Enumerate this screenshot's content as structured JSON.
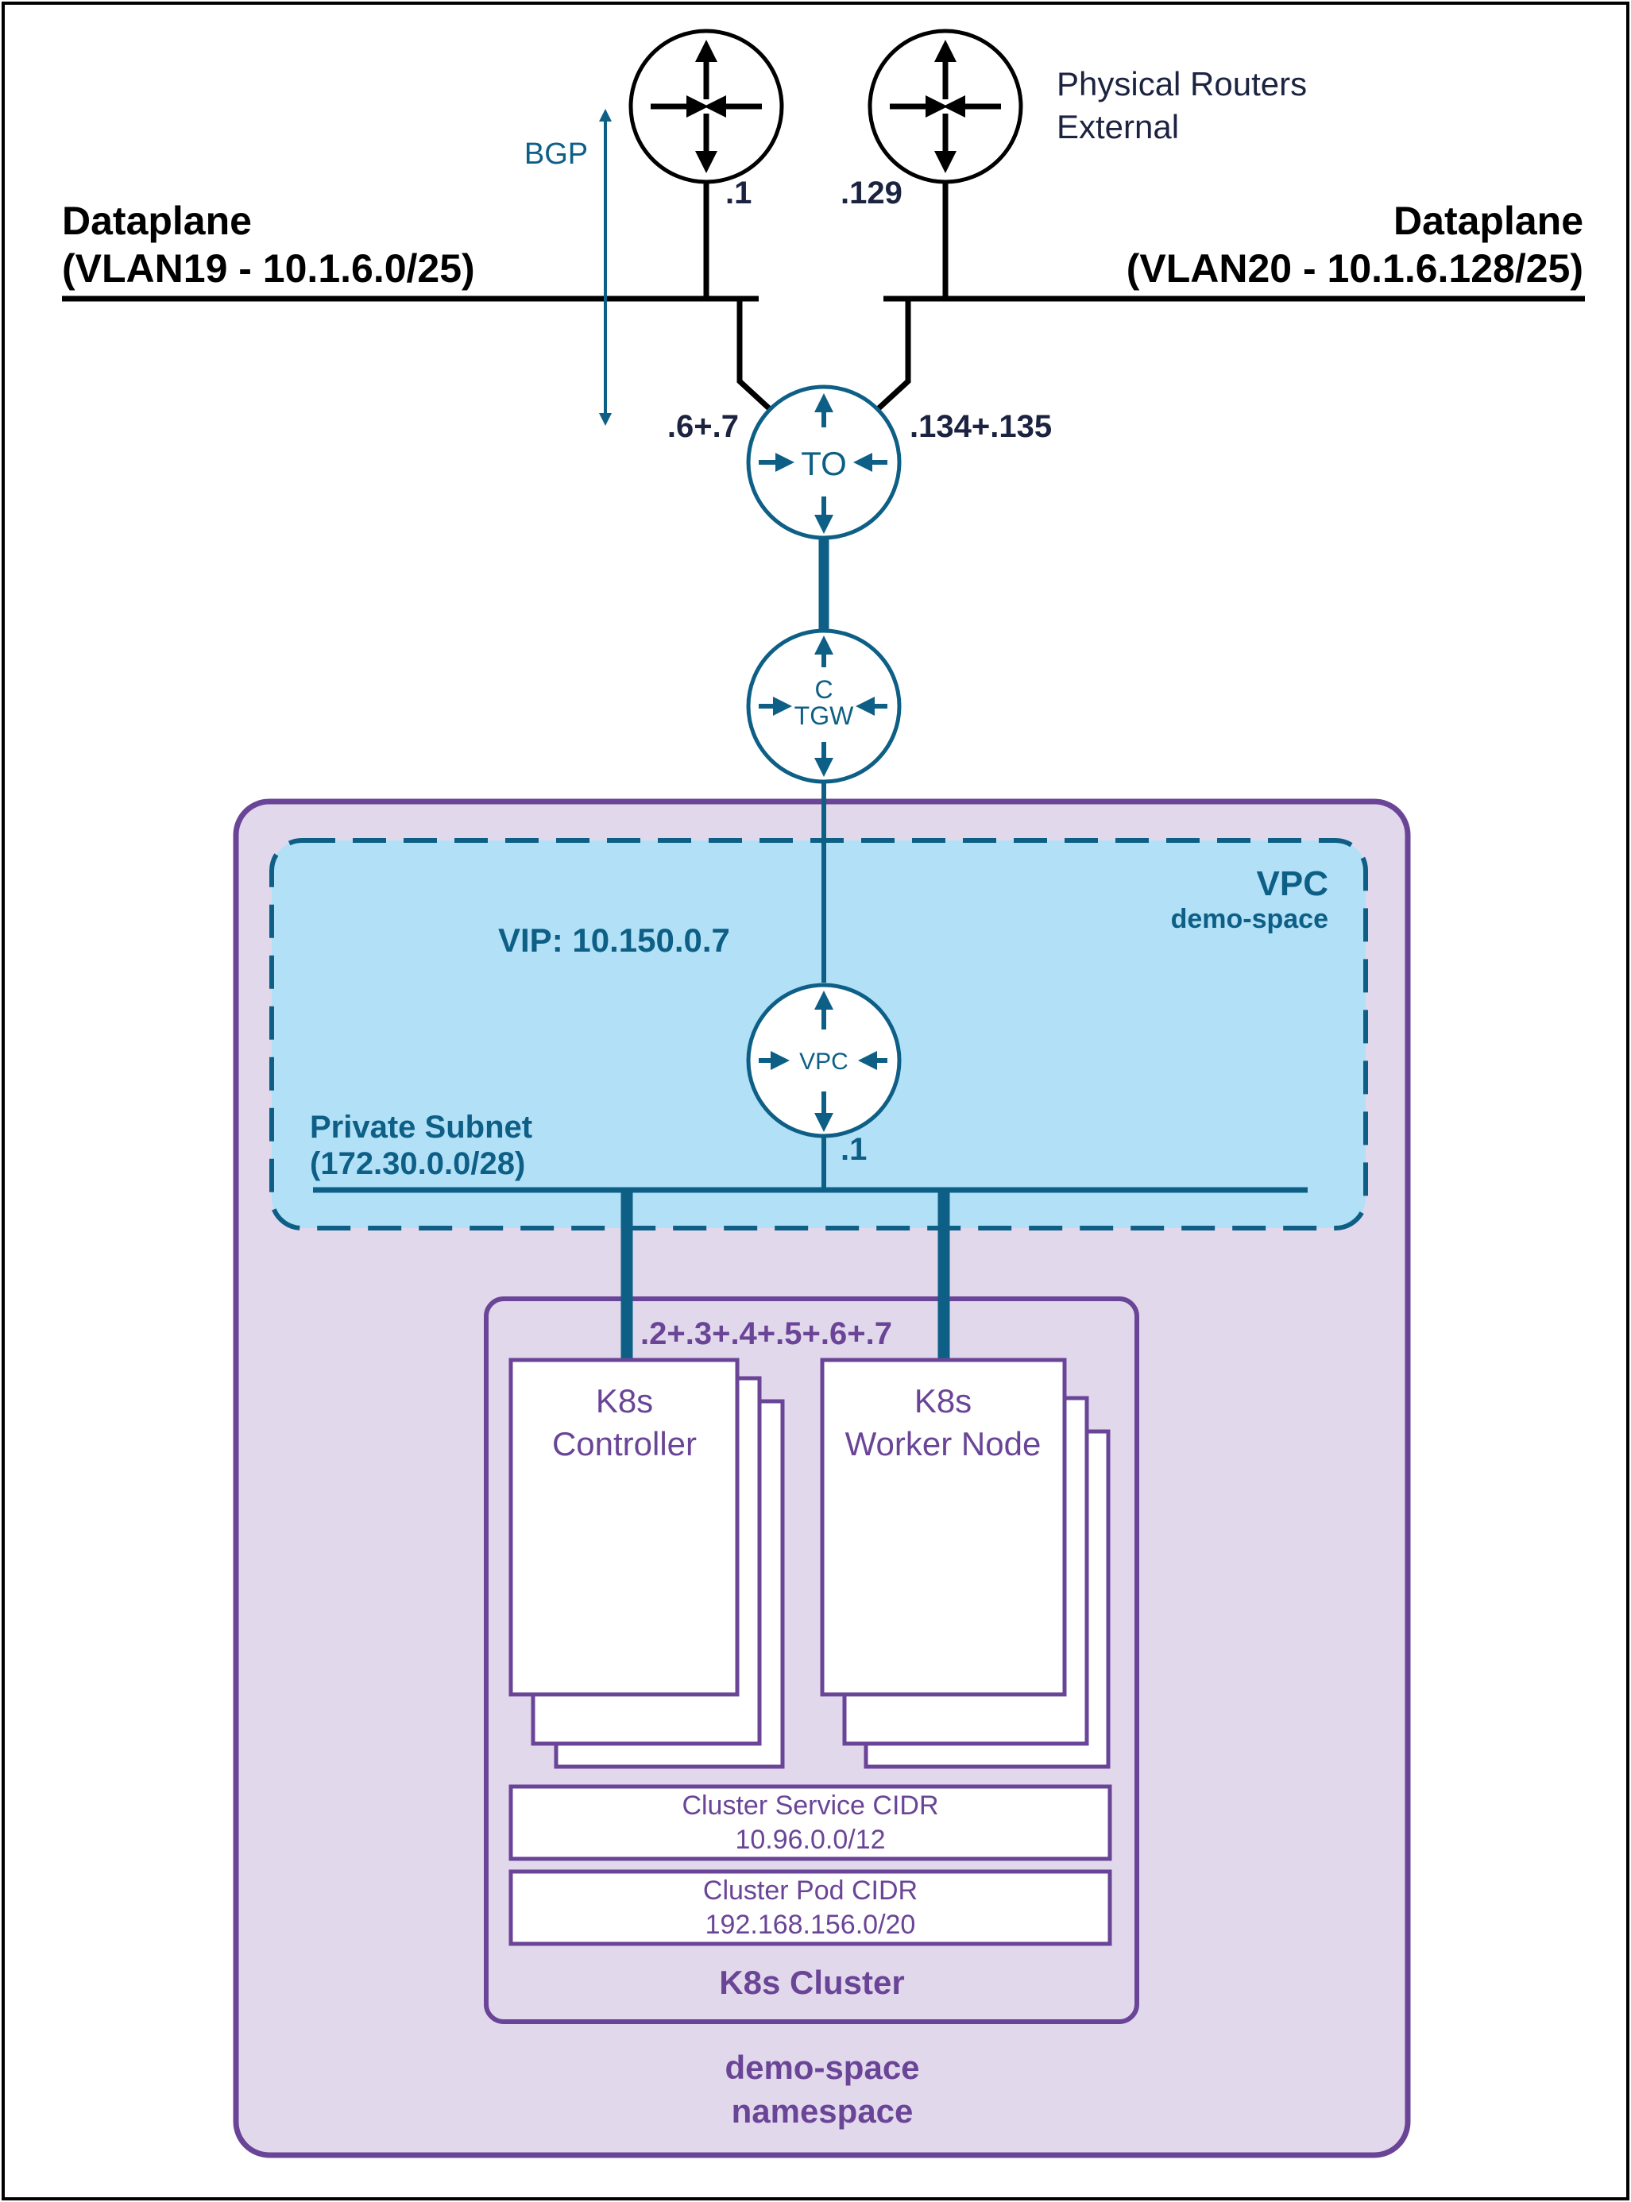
{
  "routers": {
    "physical_label_line1": "Physical Routers",
    "physical_label_line2": "External",
    "bgp_label": "BGP",
    "left_ip": ".1",
    "right_ip": ".129",
    "t0_label": "TO",
    "t0_left_ips": ".6+.7",
    "t0_right_ips": ".134+.135",
    "tgw_label_line1": "C",
    "tgw_label_line2": "TGW",
    "vpc_router_label": "VPC",
    "vpc_router_ip": ".1"
  },
  "dataplanes": {
    "left_title": "Dataplane",
    "left_subtitle": "(VLAN19 - 10.1.6.0/25)",
    "right_title": "Dataplane",
    "right_subtitle": "(VLAN20 - 10.1.6.128/25)"
  },
  "namespace": {
    "label_line1": "demo-space",
    "label_line2": "namespace"
  },
  "vpc": {
    "title": "VPC",
    "subtitle": "demo-space",
    "vip": "VIP: 10.150.0.7",
    "subnet_line1": "Private Subnet",
    "subnet_line2": "(172.30.0.0/28)"
  },
  "cluster": {
    "title": "K8s Cluster",
    "node_ips": ".2+.3+.4+.5+.6+.7",
    "controller_line1": "K8s",
    "controller_line2": "Controller",
    "worker_line1": "K8s",
    "worker_line2": "Worker Node",
    "service_cidr_label": "Cluster Service CIDR",
    "service_cidr_value": "10.96.0.0/12",
    "pod_cidr_label": "Cluster Pod CIDR",
    "pod_cidr_value": "192.168.156.0/20"
  },
  "colors": {
    "navy": "#1c2340",
    "teal": "#0e5f86",
    "purple": "#6a4597",
    "namespace_fill": "#e2d8ec",
    "vpc_fill": "#b1e0f7"
  }
}
